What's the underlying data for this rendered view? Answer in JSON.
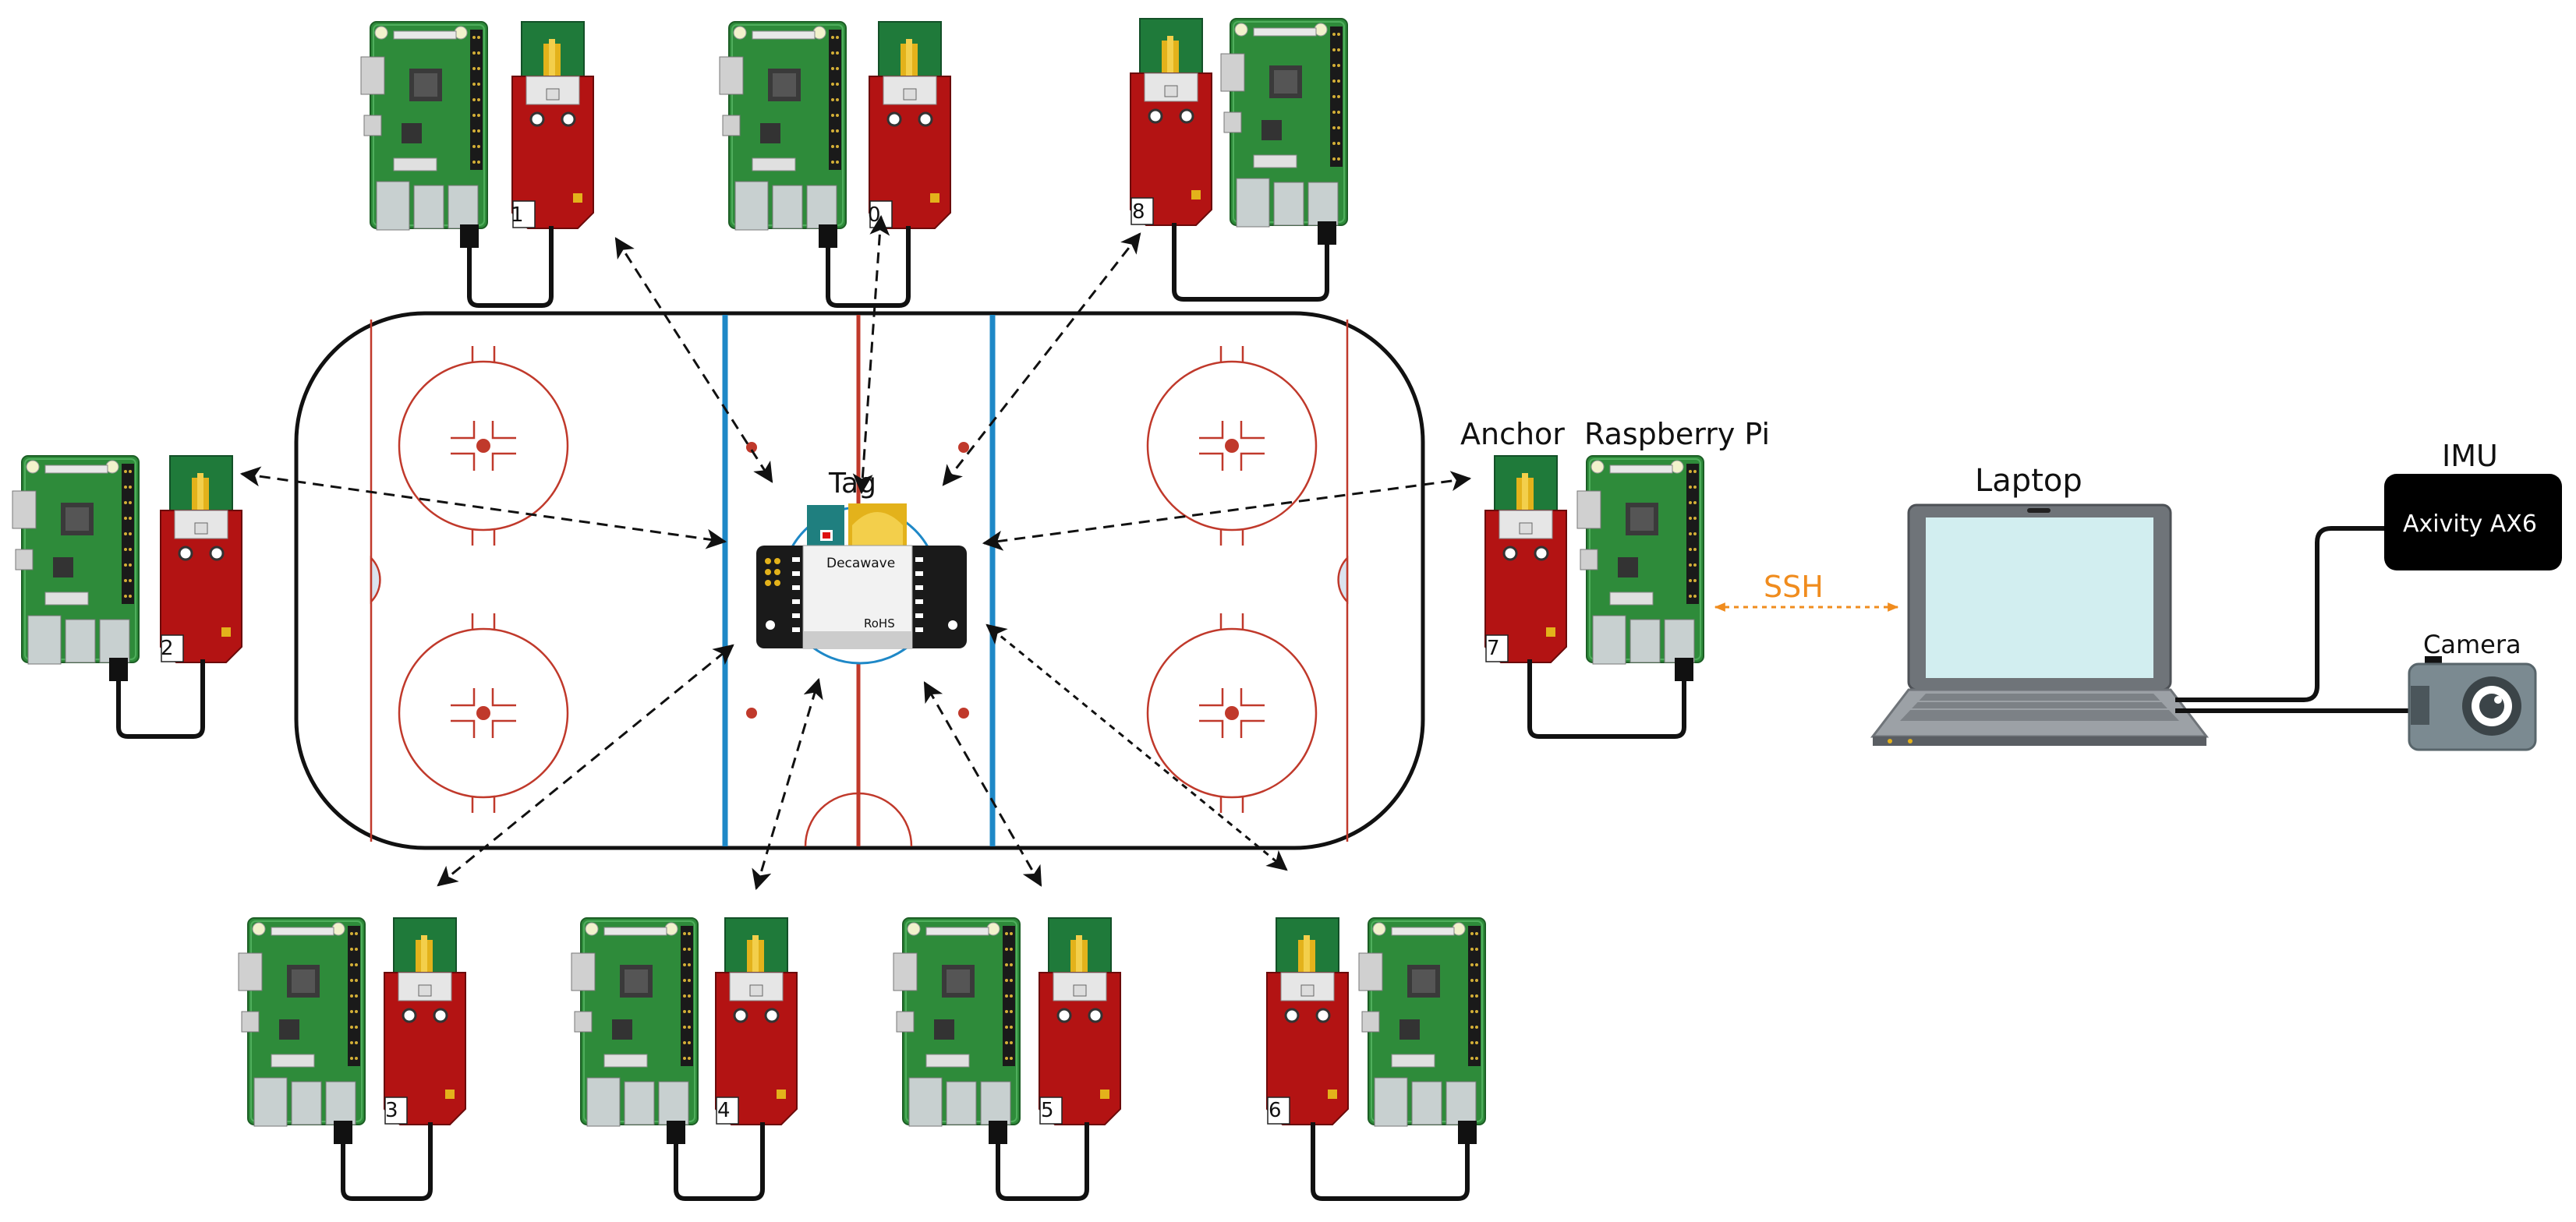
{
  "labels": {
    "tag": "Tag",
    "anchor": "Anchor",
    "raspberry_pi": "Raspberry Pi",
    "laptop": "Laptop",
    "imu": "IMU",
    "imu_device": "Axivity AX6",
    "camera": "Camera",
    "ssh": "SSH"
  },
  "tag_chip": {
    "brand": "Decawave",
    "cert": "RoHS"
  },
  "anchors": [
    {
      "id": "1"
    },
    {
      "id": "0"
    },
    {
      "id": "8"
    },
    {
      "id": "2"
    },
    {
      "id": "7"
    },
    {
      "id": "3"
    },
    {
      "id": "4"
    },
    {
      "id": "5"
    },
    {
      "id": "6"
    }
  ],
  "colors": {
    "rink_red": "#c0392b",
    "rink_blue": "#1e88c7",
    "anchor_board": "#b31313",
    "pcb_green": "#2e8b3a",
    "antenna_green": "#1f7a3a",
    "ssh_orange": "#f08c1e",
    "screen": "#d2eef0",
    "laptop_body": "#6f7479",
    "camera_body": "#7b8a91",
    "imu_body": "#000000"
  }
}
